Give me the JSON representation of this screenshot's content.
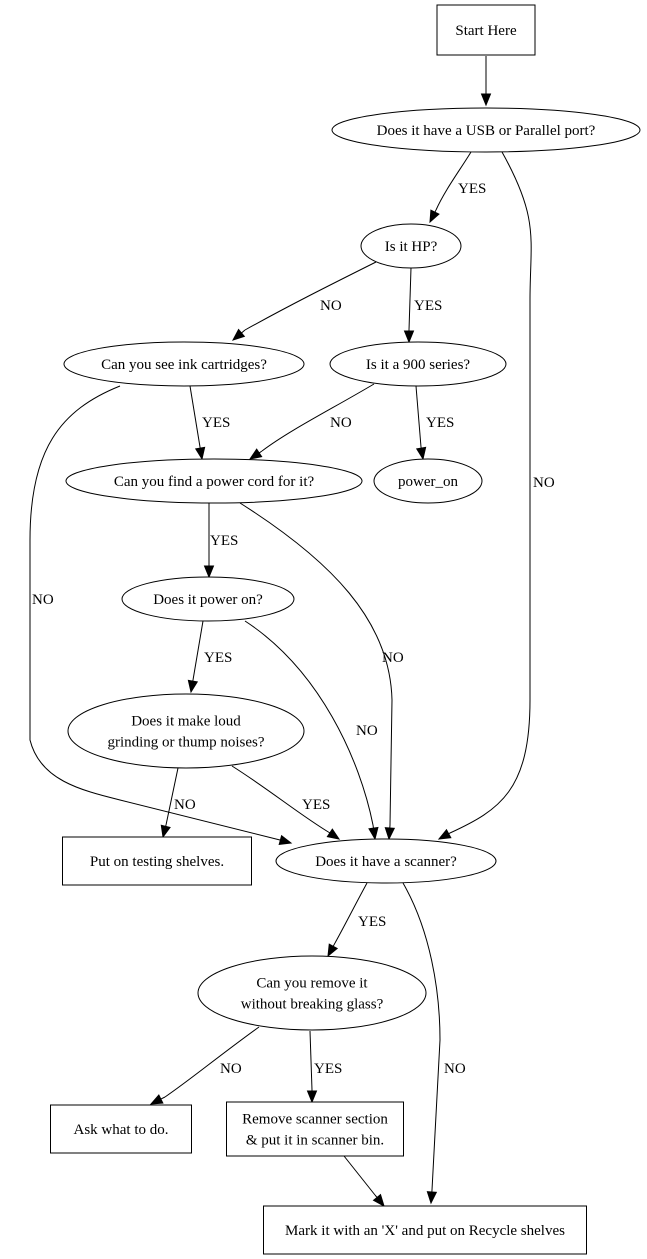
{
  "title": "Printer triage flowchart",
  "nodes": {
    "start": {
      "shape": "box",
      "lines": [
        "Start Here"
      ]
    },
    "usb": {
      "shape": "ellipse",
      "lines": [
        "Does it have a USB or Parallel port?"
      ]
    },
    "hp": {
      "shape": "ellipse",
      "lines": [
        "Is it HP?"
      ]
    },
    "ink": {
      "shape": "ellipse",
      "lines": [
        "Can you see ink cartridges?"
      ]
    },
    "s900": {
      "shape": "ellipse",
      "lines": [
        "Is it a 900 series?"
      ]
    },
    "cord": {
      "shape": "ellipse",
      "lines": [
        "Can you find a power cord for it?"
      ]
    },
    "poweron_node": {
      "shape": "ellipse",
      "lines": [
        "power_on"
      ]
    },
    "power": {
      "shape": "ellipse",
      "lines": [
        "Does it power on?"
      ]
    },
    "noise": {
      "shape": "ellipse",
      "lines": [
        "Does it make loud",
        "grinding or thump noises?"
      ]
    },
    "testing": {
      "shape": "box",
      "lines": [
        "Put on testing shelves."
      ]
    },
    "scanner": {
      "shape": "ellipse",
      "lines": [
        "Does it have a scanner?"
      ]
    },
    "remove": {
      "shape": "ellipse",
      "lines": [
        "Can you remove it",
        "without breaking glass?"
      ]
    },
    "ask": {
      "shape": "box",
      "lines": [
        "Ask what to do."
      ]
    },
    "bin": {
      "shape": "box",
      "lines": [
        "Remove scanner section",
        "& put it in scanner bin."
      ]
    },
    "recycle": {
      "shape": "box",
      "lines": [
        "Mark it with an 'X' and put on Recycle shelves"
      ]
    }
  },
  "edges": [
    {
      "from": "start",
      "to": "usb",
      "label": ""
    },
    {
      "from": "usb",
      "to": "hp",
      "label": "YES"
    },
    {
      "from": "usb",
      "to": "scanner",
      "label": "NO"
    },
    {
      "from": "hp",
      "to": "ink",
      "label": "NO"
    },
    {
      "from": "hp",
      "to": "s900",
      "label": "YES"
    },
    {
      "from": "ink",
      "to": "cord",
      "label": "YES"
    },
    {
      "from": "ink",
      "to": "scanner",
      "label": "NO"
    },
    {
      "from": "s900",
      "to": "cord",
      "label": "NO"
    },
    {
      "from": "s900",
      "to": "poweron_node",
      "label": "YES"
    },
    {
      "from": "cord",
      "to": "power",
      "label": "YES"
    },
    {
      "from": "cord",
      "to": "scanner",
      "label": "NO"
    },
    {
      "from": "power",
      "to": "noise",
      "label": "YES"
    },
    {
      "from": "power",
      "to": "scanner",
      "label": "NO"
    },
    {
      "from": "noise",
      "to": "testing",
      "label": "NO"
    },
    {
      "from": "noise",
      "to": "scanner",
      "label": "YES"
    },
    {
      "from": "scanner",
      "to": "remove",
      "label": "YES"
    },
    {
      "from": "scanner",
      "to": "recycle",
      "label": "NO"
    },
    {
      "from": "remove",
      "to": "ask",
      "label": "NO"
    },
    {
      "from": "remove",
      "to": "bin",
      "label": "YES"
    },
    {
      "from": "bin",
      "to": "recycle",
      "label": ""
    }
  ]
}
